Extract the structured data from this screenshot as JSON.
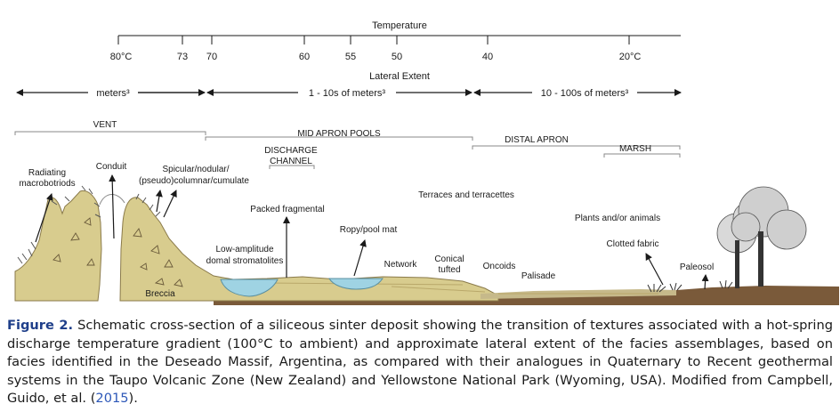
{
  "figure": {
    "temperature_label": "Temperature",
    "temperature_ticks": [
      "80°C",
      "73",
      "70",
      "60",
      "55",
      "50",
      "40",
      "20°C"
    ],
    "lateral_extent_label": "Lateral Extent",
    "extent_ranges": [
      "meters³",
      "1 - 10s of meters³",
      "10 - 100s of meters³"
    ],
    "zones": [
      "VENT",
      "MID APRON POOLS",
      "DISCHARGE",
      "CHANNEL",
      "DISTAL APRON",
      "MARSH"
    ],
    "labels": {
      "radiating_1": "Radiating",
      "radiating_2": "macrobotriods",
      "conduit": "Conduit",
      "spicular_1": "Spicular/nodular/",
      "spicular_2": "(pseudo)columnar/cumulate",
      "packed": "Packed fragmental",
      "terraces": "Terraces and terracettes",
      "plants": "Plants and/or animals",
      "ropy": "Ropy/pool mat",
      "clotted": "Clotted fabric",
      "low_amp_1": "Low-amplitude",
      "low_amp_2": "domal stromatolites",
      "conical_1": "Conical",
      "conical_2": "tufted",
      "network": "Network",
      "oncoids": "Oncoids",
      "palisade": "Palisade",
      "paleosol": "Paleosol",
      "breccia": "Breccia"
    },
    "colors": {
      "sinter": "#d8cc8e",
      "sinter_dark": "#b9a86a",
      "water": "#9fd3e3",
      "soil": "#7a5a3a",
      "tree": "#333333",
      "caption_label": "#1f3f8a",
      "caption_ref": "#2c57b8"
    }
  },
  "caption": {
    "label": "Figure 2.",
    "text_before_ref": " Schematic cross-section of a siliceous sinter deposit showing the transition of textures associated with a hot-spring discharge temperature gradient (100°C to ambient) and approximate lateral extent of the facies assemblages, based on facies identified in the Deseado Massif, Argentina, as compared with their analogues in Quaternary to Recent geothermal systems in the Taupo Volcanic Zone (New Zealand) and Yellowstone National Park (Wyoming, USA). Modified from Campbell, Guido, et al. (",
    "ref": "2015",
    "text_after_ref": ")."
  }
}
